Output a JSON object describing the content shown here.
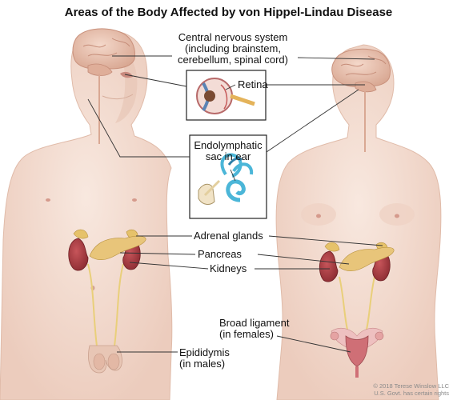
{
  "title": "Areas of the Body Affected by von Hippel-Lindau Disease",
  "labels": {
    "cns_line1": "Central nervous system",
    "cns_line2": "(including brainstem,",
    "cns_line3": "cerebellum, spinal cord)",
    "retina": "Retina",
    "endo_line1": "Endolymphatic",
    "endo_line2": "sac in ear",
    "adrenal": "Adrenal glands",
    "pancreas": "Pancreas",
    "kidneys": "Kidneys",
    "broad_line1": "Broad ligament",
    "broad_line2": "(in females)",
    "epi_line1": "Epididymis",
    "epi_line2": "(in males)"
  },
  "credit": {
    "line1": "© 2018 Terese Winslow LLC",
    "line2": "U.S. Govt. has certain rights"
  },
  "colors": {
    "skin": "#f3ddd2",
    "skin_shade": "#e6c3b3",
    "brain": "#ecc6b4",
    "kidney": "#a33a3f",
    "adrenal": "#e6c26a",
    "pancreas": "#e8c57a",
    "inset_border": "#222222",
    "inset_bg": "#ffffff",
    "ear": "#4bb6d8",
    "eye": "#c65a5a",
    "uterus": "#cf6f76"
  }
}
